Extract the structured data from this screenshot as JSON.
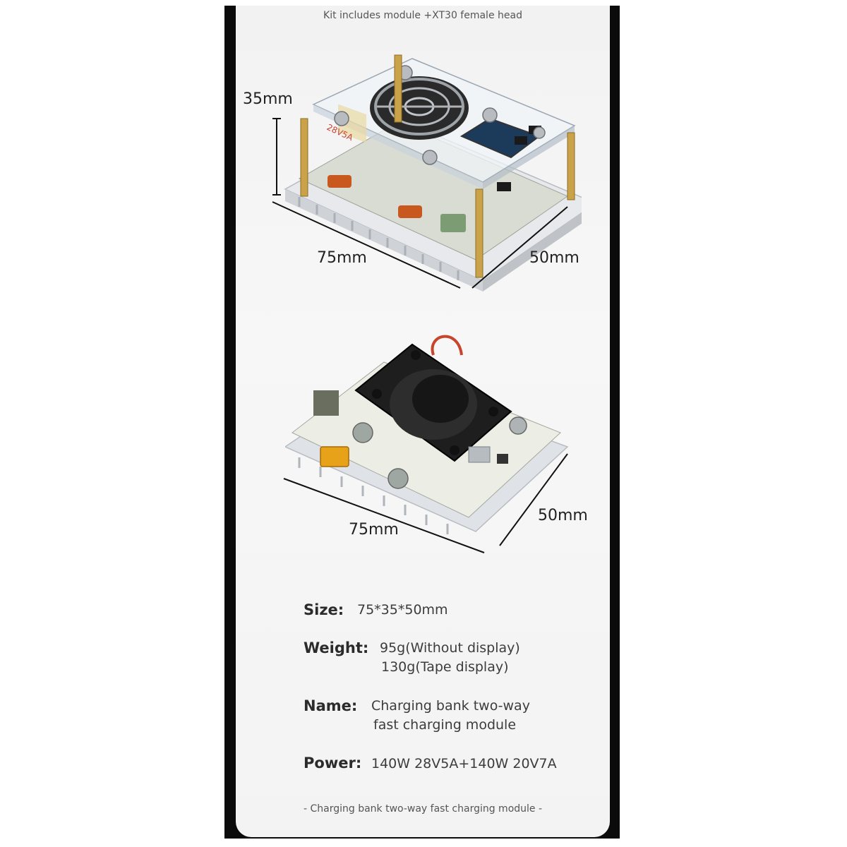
{
  "caption": "Kit includes module +XT30 female head",
  "top_product": {
    "dim_height": "35mm",
    "dim_length": "75mm",
    "dim_width": "50mm",
    "port_label": "28V5A"
  },
  "bottom_product": {
    "dim_length": "75mm",
    "dim_width": "50mm"
  },
  "specs": {
    "size_label": "Size:",
    "size_value": "75*35*50mm",
    "weight_label": "Weight:",
    "weight_value_1": "95g(Without display)",
    "weight_value_2": "130g(Tape display)",
    "name_label": "Name:",
    "name_value_1": "Charging bank two-way",
    "name_value_2": "fast charging module",
    "power_label": "Power:",
    "power_value": "140W 28V5A+140W 20V7A"
  },
  "footer": "- Charging bank two-way fast charging module -"
}
